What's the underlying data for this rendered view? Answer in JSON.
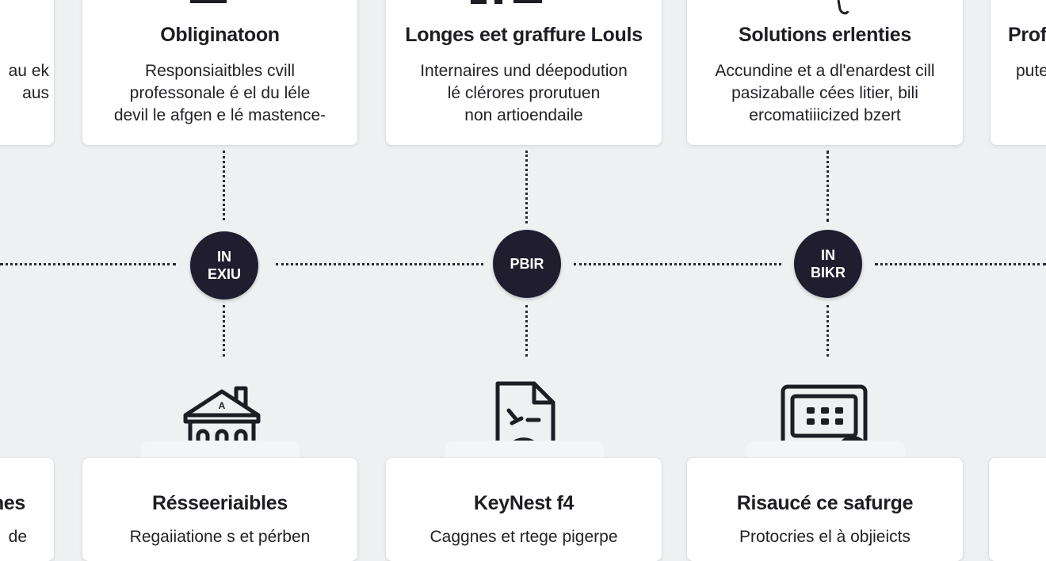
{
  "top_cards": [
    {
      "title": "",
      "lines": [
        "au ek",
        "aus"
      ]
    },
    {
      "title": "Obliginatoon",
      "lines": [
        "Responsiaitbles cvill",
        "professonale é el du léle",
        "devil le afgen e lé mastence-"
      ]
    },
    {
      "title": "Longes eet graffure Louls",
      "lines": [
        "Internaires und déepodution",
        "lé clérores prorutuen",
        "non artioendaile"
      ]
    },
    {
      "title": "Solutions erlenties",
      "lines": [
        "Accundine et a dl'enardest cill",
        "pasizaballe cées litier, bili",
        "ercomatiiicized bzert"
      ]
    },
    {
      "title": "Prof",
      "lines": [
        "",
        "pute"
      ]
    }
  ],
  "nodes": [
    {
      "line1": "IN",
      "line2": "EXIU"
    },
    {
      "line1": "PBIR",
      "line2": ""
    },
    {
      "line1": "IN",
      "line2": "BIKR"
    }
  ],
  "bottom_cards": [
    {
      "title": "nes",
      "lines": [
        "de"
      ]
    },
    {
      "title": "Résseeriaibles",
      "lines": [
        "Regaiiatione s et pérben"
      ]
    },
    {
      "title": "KeyNest f4",
      "lines": [
        "Caggnes et rtege pigerpe"
      ]
    },
    {
      "title": "Risaucé ce safurge",
      "lines": [
        "Protocries el à objieicts"
      ]
    },
    {
      "title": "",
      "lines": []
    }
  ],
  "icons": [
    "building-icon",
    "document-icon",
    "keypad-certificate-icon"
  ],
  "colors": {
    "background": "#eef0f2",
    "card": "#ffffff",
    "node": "#1f1d2e",
    "ink": "#1d1d24"
  }
}
